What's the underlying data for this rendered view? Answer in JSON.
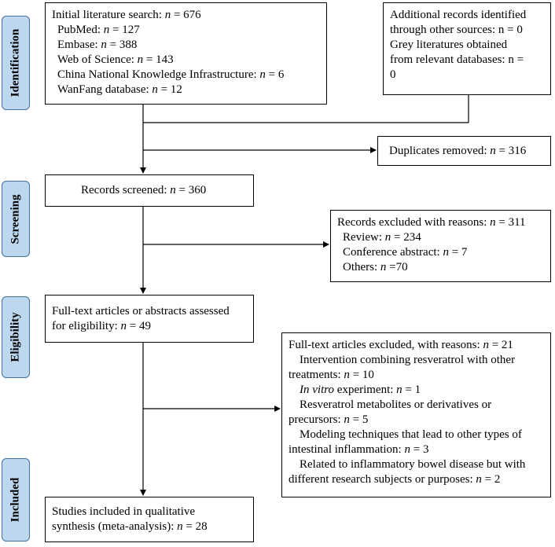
{
  "stages": [
    "Identification",
    "Screening",
    "Eligibility",
    "Included"
  ],
  "boxes": {
    "initial": {
      "lines": [
        {
          "text": "Initial literature search: ",
          "n": "676"
        },
        {
          "text": "PubMed: ",
          "n": "127"
        },
        {
          "text": "Embase: ",
          "n": "388"
        },
        {
          "text": "Web of Science: ",
          "n": "143"
        },
        {
          "text": "China National Knowledge Infrastructure: ",
          "n": "6"
        },
        {
          "text": "WanFang database: ",
          "n": "12"
        }
      ]
    },
    "additional": {
      "lines": [
        "Additional records identified",
        "through other sources: n = 0",
        "Grey literatures obtained",
        "from relevant databases: n =",
        "0"
      ]
    },
    "duplicates": {
      "text": "Duplicates removed: ",
      "n": "316"
    },
    "screened": {
      "text": "Records screened: ",
      "n": "360"
    },
    "excluded1": {
      "lines": [
        {
          "text": "Records excluded with reasons: ",
          "n": "311"
        },
        {
          "text": "Review: ",
          "n": "234"
        },
        {
          "text": "Conference abstract: ",
          "n": "7"
        },
        {
          "text": "Others: ",
          "n": "70"
        }
      ]
    },
    "fulltext": {
      "line1": "Full-text articles or abstracts assessed",
      "line2": "for eligibility: ",
      "n": "49"
    },
    "excluded2": {
      "head": {
        "text": "Full-text articles excluded, with reasons: ",
        "n": "21"
      },
      "l1": "Intervention combining resveratrol  with  other",
      "l2": "treatments: ",
      "n2": "10",
      "l3a": "In vitro",
      "l3b": " experiment: ",
      "n3": "1",
      "l4": "Resveratrol metabolites or derivatives or",
      "l5": "precursors: ",
      "n5": "5",
      "l6": "Modeling techniques that lead to other types of",
      "l7": "intestinal inflammation: ",
      "n7": "3",
      "l8": "Related to inflammatory bowel disease but with",
      "l9": "different research subjects or purposes: ",
      "n9": "2"
    },
    "included": {
      "line1": "Studies included in qualitative",
      "line2": "synthesis (meta-analysis): ",
      "n": "28"
    }
  }
}
